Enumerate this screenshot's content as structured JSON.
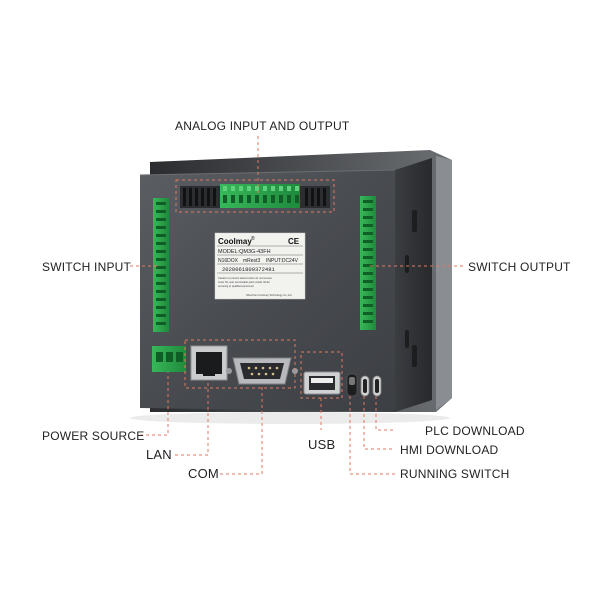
{
  "callouts": {
    "analog_io": "ANALOG INPUT AND OUTPUT",
    "switch_input": "SWITCH INPUT",
    "switch_output": "SWITCH OUTPUT",
    "power_source": "POWER SOURCE",
    "lan": "LAN",
    "com": "COM",
    "usb": "USB",
    "plc_download": "PLC DOWNLOAD",
    "hmi_download": "HMI DOWNLOAD",
    "running_switch": "RUNNING SWITCH"
  },
  "device_label": {
    "brand": "Coolmay",
    "mark": "®",
    "ce": "CE",
    "model": "MODEL:QM3G-43FH",
    "spec_a": "N16DOX",
    "spec_b": "mRest3",
    "input": "INPUT:DC24V",
    "serial": "2020061800372481",
    "warn1": "Caution to prevent electrocution do not remove",
    "warn2": "cover No user serviceable parts inside. Refer",
    "warn3": "servicing to qualified personnel",
    "maker": "Shenzhen Coolmay Technology Co.,Ltd"
  },
  "colors": {
    "callout_line": "#e07a5f",
    "housing": "#4a4d52",
    "terminal_green": "#2fa84f",
    "text": "#222222"
  }
}
